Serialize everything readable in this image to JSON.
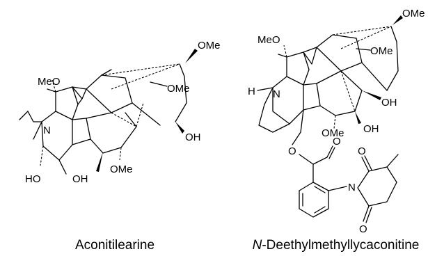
{
  "compounds": [
    {
      "name": "Aconitilearine",
      "labels": [
        "MeO",
        "OMe",
        "OMe",
        "N",
        "OH",
        "HO",
        "OH",
        "OMe"
      ]
    },
    {
      "name_prefix": "N",
      "name_rest": "-Deethylmethyllycaconitine",
      "labels": [
        "OMe",
        "MeO",
        "OMe",
        "H",
        "N",
        "OH",
        "OH",
        "OMe",
        "O",
        "O",
        "N",
        "O",
        "O"
      ]
    }
  ]
}
